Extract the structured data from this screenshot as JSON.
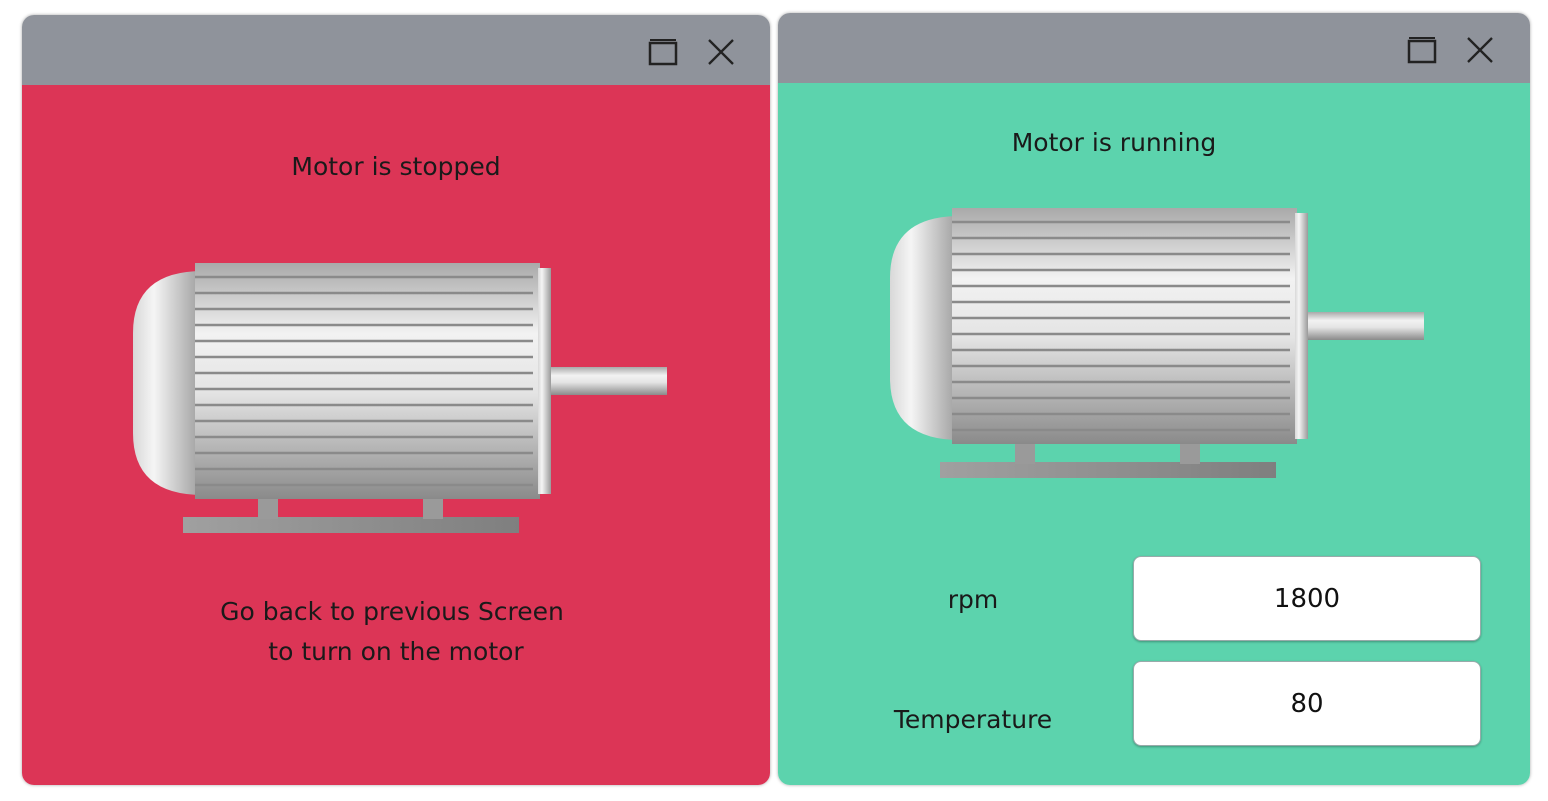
{
  "windows": [
    {
      "status": "Motor is stopped",
      "message_line1": "Go back to previous Screen",
      "message_line2": "to turn on the motor",
      "bg": "#dc3556"
    },
    {
      "status": "Motor is running",
      "bg": "#5cd3ad",
      "fields": [
        {
          "label": "rpm",
          "value": "1800"
        },
        {
          "label": "Temperature",
          "value": "80"
        }
      ]
    }
  ],
  "icons": {
    "maximize": "maximize-icon",
    "close": "close-icon"
  }
}
